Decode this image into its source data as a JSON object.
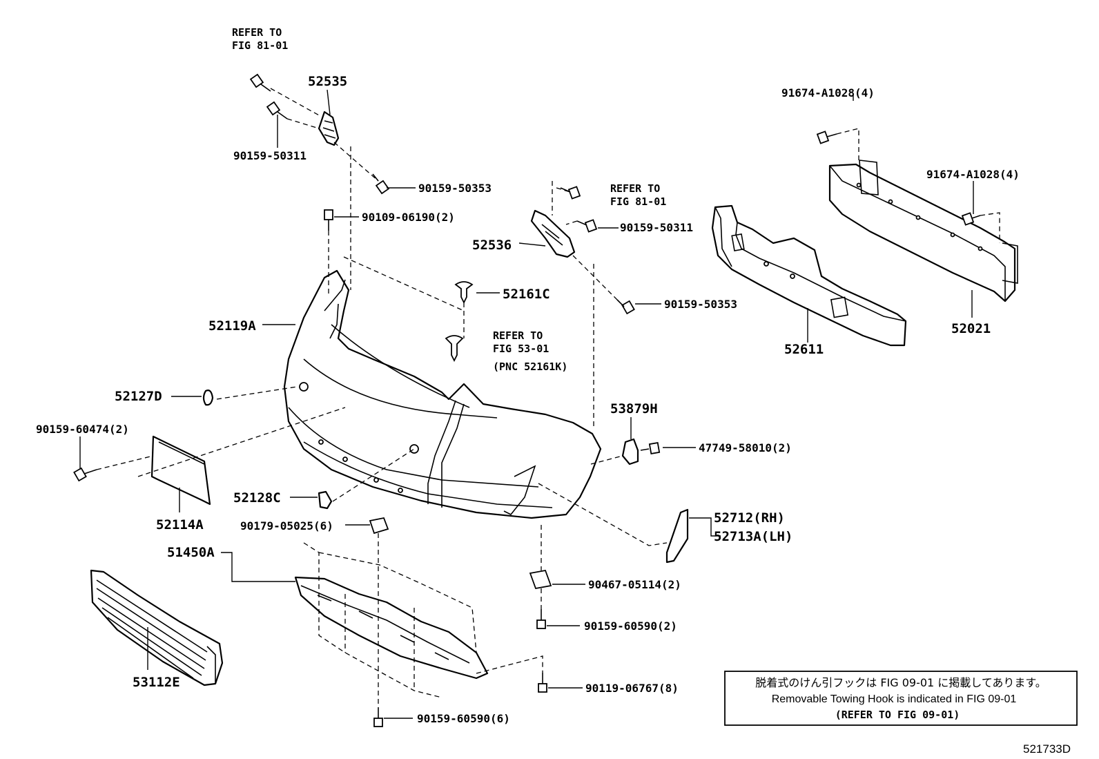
{
  "labels": {
    "refer_81_01_top": [
      "REFER TO",
      "FIG 81-01"
    ],
    "p52535": "52535",
    "p90159_50311_a": "90159-50311",
    "p90159_50353_a": "90159-50353",
    "p90109_06190": "90109-06190(2)",
    "refer_81_01_mid": [
      "REFER TO",
      "FIG 81-01"
    ],
    "p90159_50311_b": "90159-50311",
    "p52536": "52536",
    "p52161c": "52161C",
    "p90159_50353_b": "90159-50353",
    "p52119a": "52119A",
    "refer_53_01": [
      "REFER TO",
      "FIG 53-01",
      "(PNC 52161K)"
    ],
    "p52127d": "52127D",
    "p90159_60474": "90159-60474(2)",
    "p53879h": "53879H",
    "p47749": "47749-58010(2)",
    "p52128c": "52128C",
    "p52114a": "52114A",
    "p90179": "90179-05025(6)",
    "p51450a": "51450A",
    "p52712": "52712(RH)",
    "p52713a": "52713A(LH)",
    "p90467": "90467-05114(2)",
    "p90159_60590_a": "90159-60590(2)",
    "p53112e": "53112E",
    "p90119": "90119-06767(8)",
    "p90159_60590_b": "90159-60590(6)",
    "p91674_a": "91674-A1028(4)",
    "p91674_b": "91674-A1028(4)",
    "p52611": "52611",
    "p52021": "52021"
  },
  "note": {
    "jp": "脱着式のけん引フックは FIG 09-01 に掲載してあります。",
    "en": "Removable Towing Hook is indicated in FIG 09-01",
    "ref": "(REFER TO FIG 09-01)"
  },
  "figure_code": "521733D"
}
